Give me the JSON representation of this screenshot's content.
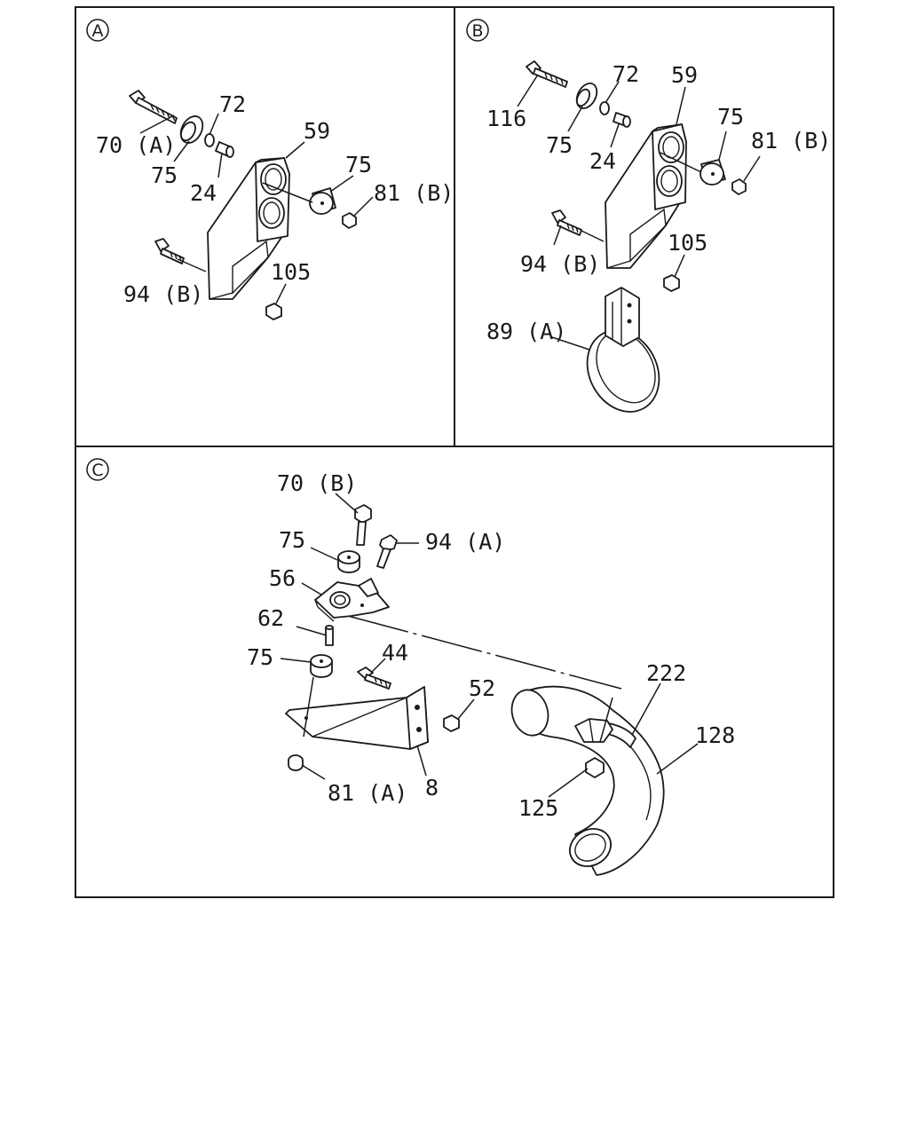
{
  "panels": [
    {
      "id": "A",
      "badge": "A",
      "callouts": [
        "70 (A)",
        "72",
        "75",
        "24",
        "59",
        "75",
        "81 (B)",
        "94 (B)",
        "105"
      ]
    },
    {
      "id": "B",
      "badge": "B",
      "callouts": [
        "116",
        "72",
        "59",
        "75",
        "24",
        "75",
        "81 (B)",
        "94 (B)",
        "105",
        "89 (A)"
      ]
    },
    {
      "id": "C",
      "badge": "C",
      "callouts": [
        "70 (B)",
        "75",
        "94 (A)",
        "56",
        "62",
        "75",
        "44",
        "52",
        "222",
        "128",
        "8",
        "81 (A)",
        "125"
      ]
    }
  ]
}
